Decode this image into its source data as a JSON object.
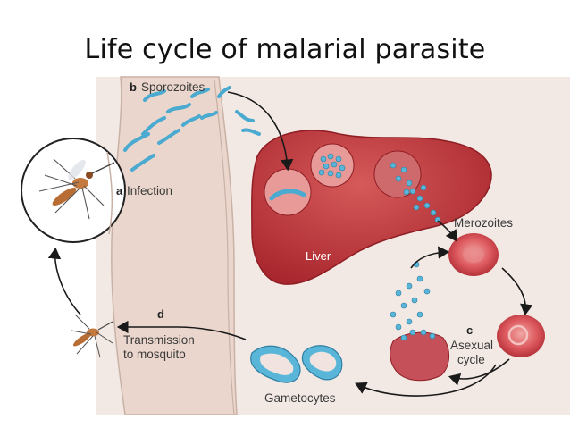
{
  "title": "Life cycle of malarial parasite",
  "labels": {
    "step_b_letter": "b",
    "sporozoites": "Sporozoites",
    "step_a_letter": "a",
    "infection": "Infection",
    "liver": "Liver",
    "merozoites": "Merozoites",
    "step_c_letter": "c",
    "asexual_line1": "Asexual",
    "asexual_line2": "cycle",
    "step_d_letter": "d",
    "transmission_line1": "Transmission",
    "transmission_line2": "to mosquito",
    "gametocytes": "Gametocytes"
  },
  "colors": {
    "background_panel": "#f2e9e4",
    "skin": "#ecdcd3",
    "liver": "#b92f35",
    "parasite": "#5ab6d8",
    "rbc": "#d9505a",
    "arrow": "#1a1a1a"
  }
}
